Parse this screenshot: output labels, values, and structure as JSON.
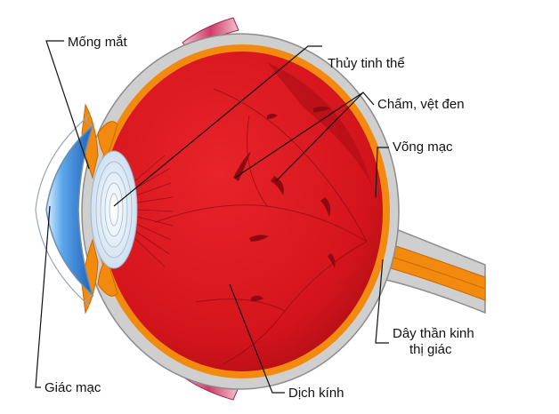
{
  "labels": {
    "iris": "Mống mắt",
    "lens": "Thủy tinh thể",
    "floaters": "Chấm, vệt đen",
    "retina": "Võng mạc",
    "optic_nerve_line1": "Dây thần kinh",
    "optic_nerve_line2": "thị giác",
    "cornea": "Giác mạc",
    "vitreous": "Dịch kính"
  },
  "colors": {
    "sclera": "#cfcfcf",
    "sclera_edge": "#8c8c8c",
    "choroid": "#f28a10",
    "vitreous": "#d4141c",
    "vitreous_shadow": "#a50c14",
    "lens": "#e9f2fb",
    "cornea": "#2f7fd6",
    "muscle": "#d23b6a",
    "floater": "#8e0a10",
    "leader_line": "#111111"
  }
}
